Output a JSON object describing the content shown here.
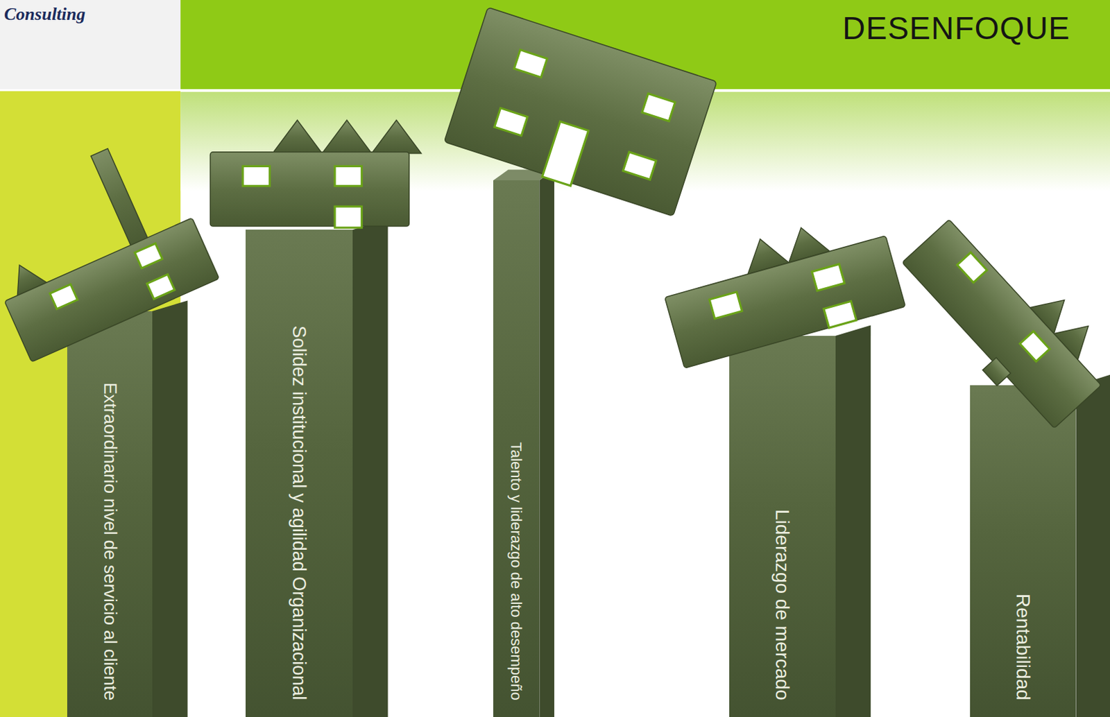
{
  "diagram": {
    "title": "DESENFOQUE",
    "nodes": [
      {
        "text": [
          "Extraordinario nivel de servicio al cliente"
        ]
      },
      {
        "text": [
          "Solidez institucional y agilidad Organizacional"
        ]
      },
      {
        "text": [
          "Talento y liderazgo de alto desempeño"
        ]
      },
      {
        "text": [
          "Liderazgo de mercado"
        ]
      },
      {
        "text": [
          "Rentabilidad"
        ]
      }
    ],
    "labels": [
      "Consulting"
    ]
  }
}
